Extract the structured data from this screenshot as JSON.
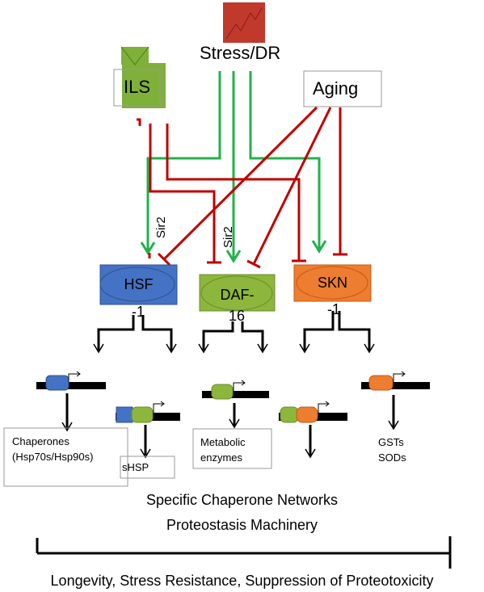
{
  "inputs": {
    "stress": "Stress/DR",
    "ils": "ILS",
    "aging": "Aging"
  },
  "mediators": {
    "sir2_left": "Sir2",
    "sir2_mid": "Sir2"
  },
  "factors": {
    "hsf": "HSF",
    "hsf_suffix": "-1",
    "daf": "DAF-",
    "daf_suffix": "16",
    "skn": "SKN",
    "skn_suffix": "-1"
  },
  "targets": {
    "chaperones_line1": "Chaperones",
    "chaperones_line2": "(Hsp70s/Hsp90s)",
    "shsp": "sHSP",
    "metabolic_line1": "Metabolic",
    "metabolic_line2": "enzymes",
    "gsts": "GSTs",
    "sods": "SODs"
  },
  "outcome": {
    "line1": "Specific Chaperone Networks",
    "line2": "Proteostasis Machinery",
    "final": "Longevity, Stress Resistance, Suppression of Proteotoxicity"
  },
  "colors": {
    "green_arrow": "#22b14c",
    "red_inhibit": "#c00000",
    "hsf_blue": "#4472c4",
    "daf_green": "#8db63c",
    "skn_orange": "#ed7d31",
    "stress_red": "#c0392b",
    "ils_green": "#7fb03a"
  }
}
